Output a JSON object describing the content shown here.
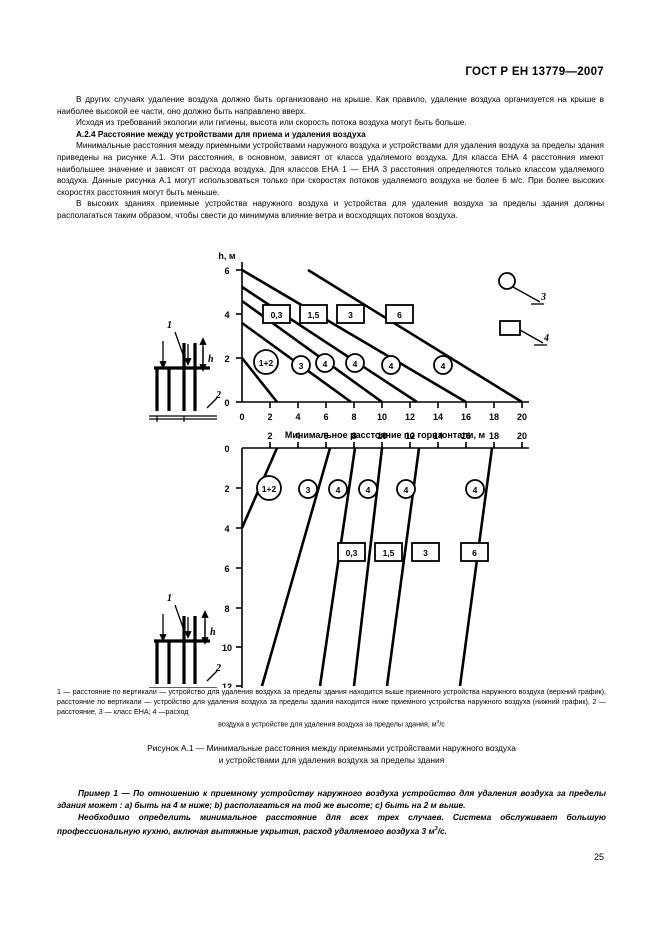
{
  "header": {
    "standard_id": "ГОСТ Р ЕН 13779—2007"
  },
  "body": {
    "paragraphs": [
      "В других случаях удаление воздуха должно быть организовано на крыше. Как правило, удаление воздуха организуется на крыше в наиболее высокой ее части, оно должно быть направлено вверх.",
      "Исходя из требований экологии или гигиены, высота или скорость потока воздуха могут быть больше."
    ],
    "heading": "А.2.4 Расстояние между устройствами для приема и удаления воздуха",
    "paragraphs2": [
      "Минимальные расстояния между  приемными устройствами наружного воздуха и устройствами для удаления воздуха за пределы здания приведены на рисунке А.1. Эти расстояния, в основном, зависят от класса удаляемого воздуха. Для класса  ЕНА 4 расстояния имеют наибольшее значение и зависят от расхода воздуха. Для классов ЕНА 1 — ЕНА 3 расстояния определяются только классом удаляемого воздуха. Данные рисунка А.1 могут использоваться только при скоростях потоков удаляемого воздуха не более 6 м/с. При более высоких скоростях расстояния могут быть меньше.",
      "В высоких зданиях приемные устройства наружного воздуха и устройства для удаления воздуха за пределы здания должны располагаться таким образом, чтобы свести до минимума влияние ветра и восходящих потоков воздуха."
    ]
  },
  "figure": {
    "note_lines": [
      "1 — расстояние по вертикали — устройство для удаления воздуха за пределы здания находится выше приемного устройства",
      "наружного воздуха (верхний график), расстояние по вертикали — устройство для удаления воздуха за пределы здания",
      "находится ниже приемного устройства наружного воздуха (нижний график),  2 — расстояние, 3 — класс ЕНА;  4 —расход",
      "воздуха в устройстве для удаления воздуха за пределы здания, м3/с"
    ],
    "title_line1": "Рисунок А.1 — Минимальные расстояния между приемными устройствами наружного воздуха",
    "title_line2": "и устройствами для удаления воздуха за пределы здания",
    "axis_x_label": "Минимальное расстояние по горизонтали, м",
    "axis_y_label": "h, м",
    "callout_upper": {
      "n1": "1",
      "n2": "2",
      "h": "h"
    },
    "callout_lower": {
      "n1": "1",
      "n2": "2",
      "h": "h"
    },
    "legend": {
      "class_marker": "3",
      "flow_marker": "4"
    }
  },
  "chart_data": [
    {
      "type": "line",
      "id": "upper-chart",
      "title": "",
      "xlabel": "Минимальное расстояние по горизонтали, м",
      "ylabel": "h, м",
      "xlim": [
        0,
        20
      ],
      "ylim": [
        0,
        6
      ],
      "xticks": [
        0,
        2,
        4,
        6,
        8,
        10,
        12,
        14,
        16,
        18,
        20
      ],
      "yticks": [
        0,
        2,
        4,
        6
      ],
      "grid": false,
      "note": "Верхний график: устройство удаления воздуха выше приемного устройства",
      "series": [
        {
          "name": "ЕНА 1+2",
          "circle_label": "1+2",
          "box_label": "",
          "points": [
            [
              0,
              2.0
            ],
            [
              2.5,
              0
            ]
          ]
        },
        {
          "name": "ЕНА 3",
          "circle_label": "3",
          "box_label": "",
          "points": [
            [
              0,
              3.6
            ],
            [
              7.8,
              0
            ]
          ]
        },
        {
          "name": "ЕНА 4 — 0,3",
          "circle_label": "4",
          "box_label": "0,3",
          "points": [
            [
              0,
              4.6
            ],
            [
              10.0,
              0
            ]
          ]
        },
        {
          "name": "ЕНА 4 — 1,5",
          "circle_label": "4",
          "box_label": "1,5",
          "points": [
            [
              0,
              5.2
            ],
            [
              12.5,
              0
            ]
          ]
        },
        {
          "name": "ЕНА 4 — 3",
          "circle_label": "4",
          "box_label": "3",
          "points": [
            [
              0,
              6.0
            ],
            [
              16.0,
              0
            ]
          ]
        },
        {
          "name": "ЕНА 4 — 6",
          "circle_label": "4",
          "box_label": "6",
          "points": [
            [
              4.7,
              6.0
            ],
            [
              20.0,
              0
            ]
          ]
        }
      ],
      "box_labels": [
        "0,3",
        "1,5",
        "3",
        "6"
      ],
      "circle_labels": [
        "1+2",
        "3",
        "4",
        "4",
        "4",
        "4"
      ]
    },
    {
      "type": "line",
      "id": "lower-chart",
      "title": "",
      "xlabel": "Минимальное расстояние по горизонтали, м",
      "ylabel": "h, м",
      "xlim": [
        0,
        20
      ],
      "ylim": [
        0,
        12
      ],
      "xticks": [
        0,
        2,
        4,
        6,
        8,
        10,
        12,
        14,
        16,
        18,
        20
      ],
      "yticks": [
        0,
        2,
        4,
        6,
        8,
        10,
        12
      ],
      "grid": false,
      "note": "Нижний график: устройство удаления воздуха ниже приемного устройства",
      "series": [
        {
          "name": "ЕНА 1+2",
          "circle_label": "1+2",
          "box_label": "",
          "points": [
            [
              2.5,
              0
            ],
            [
              0,
              4.0
            ]
          ]
        },
        {
          "name": "ЕНА 3",
          "circle_label": "3",
          "box_label": "",
          "points": [
            [
              6.3,
              0
            ],
            [
              1.4,
              12.0
            ]
          ]
        },
        {
          "name": "ЕНА 4 — 0,3",
          "circle_label": "4",
          "box_label": "0,3",
          "points": [
            [
              8.1,
              0
            ],
            [
              5.4,
              12.0
            ]
          ]
        },
        {
          "name": "ЕНА 4 — 1,5",
          "circle_label": "4",
          "box_label": "1,5",
          "points": [
            [
              10.0,
              0
            ],
            [
              8.0,
              12.0
            ]
          ]
        },
        {
          "name": "ЕНА 4 — 3",
          "circle_label": "4",
          "box_label": "3",
          "points": [
            [
              12.6,
              0
            ],
            [
              10.4,
              12.0
            ]
          ]
        },
        {
          "name": "ЕНА 4 — 6",
          "circle_label": "4",
          "box_label": "6",
          "points": [
            [
              17.9,
              0
            ],
            [
              15.6,
              12.0
            ]
          ]
        }
      ],
      "box_labels": [
        "0,3",
        "1,5",
        "3",
        "6"
      ],
      "circle_labels": [
        "1+2",
        "3",
        "4",
        "4",
        "4",
        "4"
      ]
    }
  ],
  "example": {
    "p1": "Пример 1 — По отношению к приемному устройству наружного воздуха устройство для удаления воздуха за  пределы  здания может : a) быть на 4 м ниже; b) располагаться на той же высоте; c) быть на 2 м выше.",
    "p2": "Необходимо определить минимальное расстояние для всех трех случаев. Система обслуживает большую профессиональную кухню, включая вытяжные укрытия, расход удаляемого воздуха 3 м3/с."
  },
  "footer": {
    "page_number": "25"
  }
}
